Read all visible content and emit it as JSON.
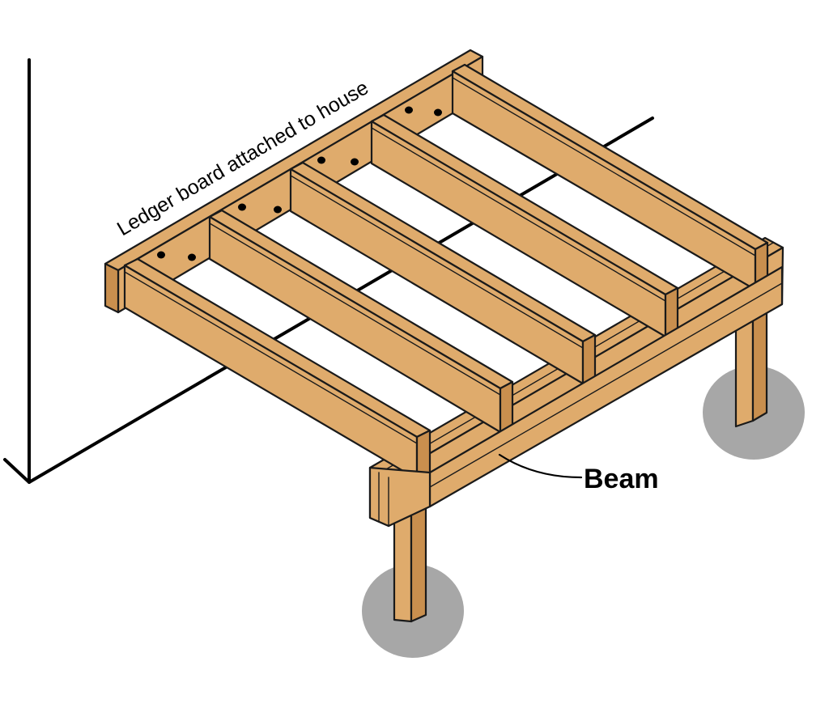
{
  "diagram": {
    "labels": {
      "ledger": "Ledger board attached to house",
      "beam": "Beam"
    },
    "parts": {
      "joist_count": 5,
      "post_count": 2,
      "footing_count": 2,
      "bolts_per_bay": 2
    },
    "colors": {
      "lumber": "#dfab6c",
      "lumber_shadow": "#c98f4e",
      "footing": "#a7a7a7",
      "outline": "#1a1a1a",
      "background": "#ffffff"
    }
  }
}
